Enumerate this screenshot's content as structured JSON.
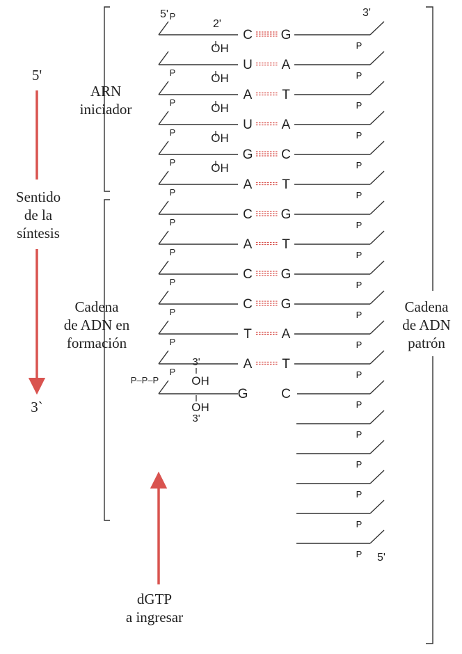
{
  "labels": {
    "primer": [
      "ARN",
      "iniciador"
    ],
    "direction": [
      "Sentido",
      "de la",
      "síntesis"
    ],
    "new_strand": [
      "Cadena",
      "de ADN en",
      "formación"
    ],
    "template": [
      "Cadena",
      "de ADN",
      "patrón"
    ],
    "incoming": [
      "dGTP",
      "a ingresar"
    ]
  },
  "end_labels": {
    "dir_top": "5'",
    "dir_bottom": "3`",
    "strand_top_left": "5'",
    "strand_top_right": "3'",
    "strand_bottom_right": "5'",
    "carbon_2": "2'",
    "carbon_3_upper": "3'",
    "carbon_3_lower": "3'"
  },
  "symbols": {
    "phosphate": "P",
    "hydroxyl": "OH",
    "triphosphate": "P–P–P"
  },
  "base_pairs": [
    {
      "left": "C",
      "right": "G",
      "bonds": 3,
      "strand": "rna"
    },
    {
      "left": "U",
      "right": "A",
      "bonds": 2,
      "strand": "rna"
    },
    {
      "left": "A",
      "right": "T",
      "bonds": 2,
      "strand": "rna"
    },
    {
      "left": "U",
      "right": "A",
      "bonds": 2,
      "strand": "rna"
    },
    {
      "left": "G",
      "right": "C",
      "bonds": 3,
      "strand": "rna"
    },
    {
      "left": "A",
      "right": "T",
      "bonds": 2,
      "strand": "dna"
    },
    {
      "left": "C",
      "right": "G",
      "bonds": 3,
      "strand": "dna"
    },
    {
      "left": "A",
      "right": "T",
      "bonds": 2,
      "strand": "dna"
    },
    {
      "left": "C",
      "right": "G",
      "bonds": 3,
      "strand": "dna"
    },
    {
      "left": "C",
      "right": "G",
      "bonds": 3,
      "strand": "dna"
    },
    {
      "left": "T",
      "right": "A",
      "bonds": 2,
      "strand": "dna"
    },
    {
      "left": "A",
      "right": "T",
      "bonds": 2,
      "strand": "dna"
    }
  ],
  "incoming_base": {
    "left": "G",
    "right": "C"
  },
  "unpaired_template_count": 5,
  "colors": {
    "arrow": "#d9534f",
    "hbond": "#d9534f",
    "text": "#222222",
    "line": "#333333"
  }
}
